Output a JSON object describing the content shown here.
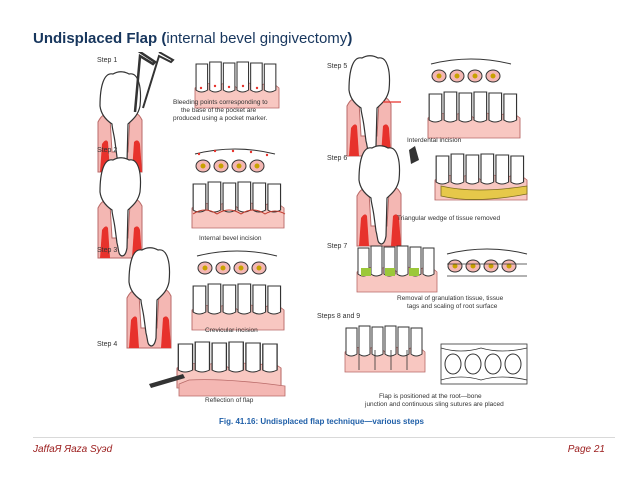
{
  "header": {
    "title_bold_1": "Undisplaced Flap",
    "title_bold_paren_open": " (",
    "title_normal": "internal bevel gingivectomy",
    "title_bold_paren_close": ")"
  },
  "figure": {
    "steps": {
      "s1": "Step 1",
      "s2": "Step 2",
      "s3": "Step 3",
      "s4": "Step 4",
      "s5": "Step 5",
      "s6": "Step 6",
      "s7": "Step 7",
      "s89": "Steps 8 and 9"
    },
    "captions": {
      "c1_l1": "Bleeding points corresponding to",
      "c1_l2": "the base of the pocket are",
      "c1_l3": "produced using a pocket marker.",
      "c2": "Internal bevel incision",
      "c3": "Crevicular incision",
      "c4": "Reflection of flap",
      "c5": "Interdental incision",
      "c6": "Triangular wedge of tissue removed",
      "c7_l1": "Removal of granulation tissue, tissue",
      "c7_l2": "tags and scaling of root surface",
      "c89_l1": "Flap is positioned at the root—bone",
      "c89_l2": "junction and continuous sling sutures are placed"
    },
    "fig_number": "Fig. 41.16:",
    "fig_caption": " Undisplaced flap technique—various steps"
  },
  "footer": {
    "author": "JaffaЯ Яaza Syэd",
    "page": "Page 21"
  },
  "colors": {
    "title": "#17365d",
    "footer": "#9b1c1c",
    "gum": "#f4b7b3",
    "fig_caption": "#1f5fa8"
  }
}
